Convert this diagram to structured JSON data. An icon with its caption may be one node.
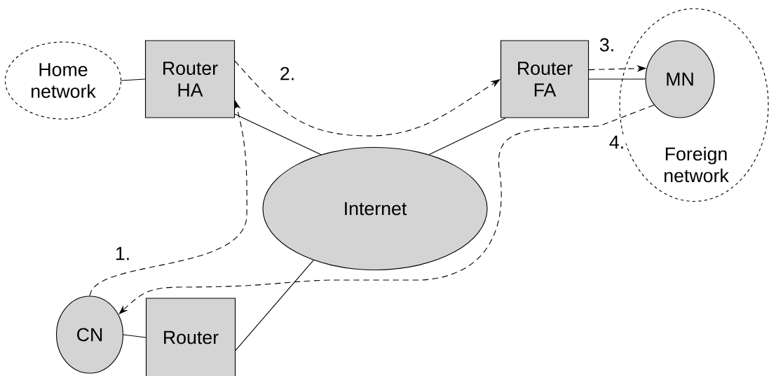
{
  "diagram": {
    "nodes": [
      {
        "text": [
          "Home network"
        ]
      },
      {
        "text": [
          "Router HA"
        ]
      },
      {
        "text": [
          "Router FA"
        ]
      },
      {
        "text": [
          "Foreign network"
        ]
      },
      {
        "text": [
          "MN"
        ],
        "in": 3
      },
      {
        "text": [
          "Internet"
        ]
      },
      {
        "text": [
          "CN"
        ]
      },
      {
        "text": [
          "Router"
        ]
      }
    ],
    "edges": [
      {
        "from": 0,
        "to": 1,
        "arrow": "none"
      },
      {
        "from": 1,
        "to": 5,
        "arrow": "none"
      },
      {
        "from": 5,
        "to": 2,
        "arrow": "none"
      },
      {
        "from": 2,
        "to": 4,
        "arrow": "none"
      },
      {
        "from": 7,
        "to": 5,
        "arrow": "none"
      },
      {
        "from": 6,
        "to": 7,
        "arrow": "none"
      },
      {
        "from": 6,
        "to": 1,
        "arrow": "to",
        "style": "dashed",
        "label": "1."
      },
      {
        "from": 1,
        "to": 2,
        "arrow": "to",
        "style": "dashed",
        "label": "2."
      },
      {
        "from": 2,
        "to": 4,
        "arrow": "to",
        "style": "dashed",
        "label": "3."
      },
      {
        "from": 4,
        "to": 6,
        "arrow": "to",
        "style": "dashed",
        "label": "4."
      }
    ]
  }
}
